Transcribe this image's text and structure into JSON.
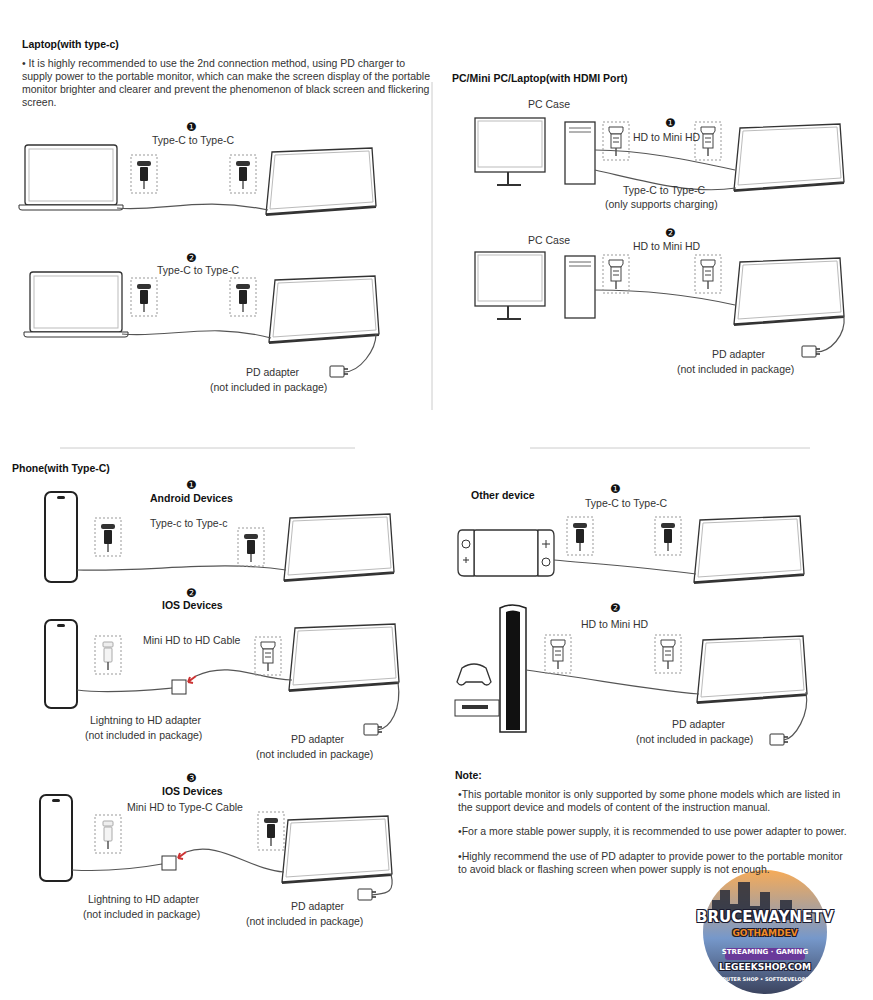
{
  "diagram": {
    "labels": [
      "Laptop(with type-c)",
      "• It is highly recommended to use the 2nd connection method, using PD charger to supply power to the portable monitor, which can make the screen display of the portable monitor brighter and clearer and prevent the phenomenon of black screen and flickering screen.",
      "❶",
      "Type-C to Type-C",
      "❷",
      "Type-C to Type-C",
      "PD adapter",
      "(not included in package)",
      "PC/Mini PC/Laptop(with HDMI Port)",
      "PC Case",
      "❶",
      "HD to Mini HD",
      "Type-C to Type-C",
      "(only supports charging)",
      "PC Case",
      "❷",
      "HD to Mini HD",
      "PD adapter",
      "(not included in package)",
      "Phone(with Type-C)",
      "❶",
      "Android Devices",
      "Type-c to Type-c",
      "❷",
      "IOS Devices",
      "Mini HD to HD Cable",
      "Lightning to HD adapter",
      "(not included in package)",
      "PD adapter",
      "(not included in package)",
      "❸",
      "IOS Devices",
      "Mini HD to Type-C Cable",
      "Lightning to HD adapter",
      "(not included in package)",
      "PD adapter",
      "(not included in package)",
      "Other device",
      "❶",
      "Type-C to Type-C",
      "❷",
      "HD to Mini HD",
      "PD adapter",
      "(not included in package)",
      "Note:",
      "•This portable monitor is only supported by some phone models which are listed in the support device and models of content of the instruction manual.",
      "•For a more stable power supply, it is recommended to use power adapter to power.",
      "•Highly recommend the use of PD adapter to provide power to the portable monitor to avoid black or flashing screen when power supply is not enough.",
      "BRUCEWAYNETV",
      "GOTHAMDEV",
      "STREAMING · GAMING",
      "LEGEEKSHOP.COM",
      "COMPUTER SHOP • SOFTDEVELOPPEUR"
    ]
  }
}
